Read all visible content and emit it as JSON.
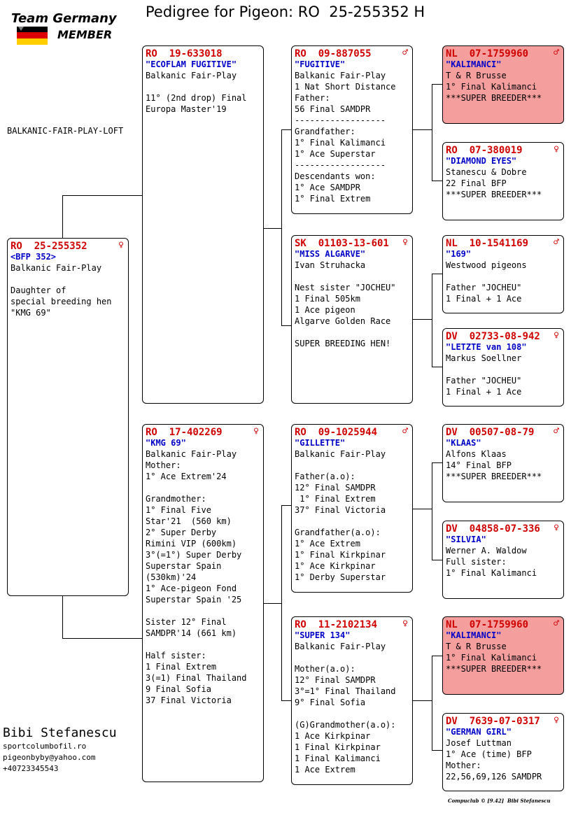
{
  "header": {
    "logo_line1": "Team Germany",
    "logo_line2": "MEMBER",
    "title": "Pedigree for Pigeon: RO  25-255352 H"
  },
  "loft": "BALKANIC-FAIR-PLAY-LOFT",
  "breeder": {
    "name": "Bibi Stefanescu",
    "website": "sportcolumbofil.ro",
    "email": "pigeonbyby@yahoo.com",
    "phone": "+40723345543"
  },
  "footer": "Compuclub © [9.42]  Bibi Stefanescu",
  "pigeons": {
    "subject": {
      "ring": "RO  25-255352",
      "sex": "♀",
      "name": "<BFP 352>",
      "lines": [
        "Balkanic Fair-Play",
        "",
        "Daughter of",
        "special breeding hen",
        "\"KMG 69\""
      ]
    },
    "sire": {
      "ring": "RO  19-633018",
      "sex": "",
      "name": "\"ECOFLAM FUGITIVE\"",
      "lines": [
        "Balkanic Fair-Play",
        "",
        "11° (2nd drop) Final",
        "Europa Master'19"
      ]
    },
    "dam": {
      "ring": "RO  17-402269",
      "sex": "♀",
      "name": "\"KMG 69\"",
      "lines": [
        "Balkanic Fair-Play",
        "Mother:",
        "1° Ace Extrem'24",
        "",
        "Grandmother:",
        "1° Final Five",
        "Star'21  (560 km)",
        "2° Super Derby",
        "Rimini VIP (600km)",
        "3°(=1°) Super Derby",
        "Superstar Spain",
        "(530km)'24",
        "1° Ace-pigeon Fond",
        "Superstar Spain '25",
        "",
        "Sister 12° Final",
        "SAMDPR'14 (661 km)",
        "",
        "Half sister:",
        "1 Final Extrem",
        "3(=1) Final Thailand",
        "9 Final Sofia",
        "37 Final Victoria"
      ]
    },
    "ss": {
      "ring": "RO  09-887055",
      "sex": "♂",
      "name": "\"FUGITIVE\"",
      "lines": [
        "Balkanic Fair-Play",
        "1 Nat Short Distance",
        "Father:",
        "56 Final SAMDPR",
        "------------------",
        "Grandfather:",
        "1° Final Kalimanci",
        "1° Ace Superstar",
        "------------------",
        "Descendants won:",
        "1° Ace SAMDPR",
        "1° Final Extrem"
      ]
    },
    "sd": {
      "ring": "SK  01103-13-601",
      "sex": "♀",
      "name": "\"MISS ALGARVE\"",
      "lines": [
        "Ivan Struhacka",
        "",
        "Nest sister \"JOCHEU\"",
        "1 Final 505km",
        "1 Ace pigeon",
        "Algarve Golden Race",
        "",
        "SUPER BREEDING HEN!"
      ]
    },
    "ds": {
      "ring": "RO  09-1025944",
      "sex": "♂",
      "name": "\"GILLETTE\"",
      "lines": [
        "Balkanic Fair-Play",
        "",
        "Father(a.o):",
        "12° Final SAMDPR",
        " 1° Final Extrem",
        "37° Final Victoria",
        "",
        "Grandfather(a.o):",
        "1° Ace Extrem",
        "1° Final Kirkpinar",
        "1° Ace Kirkpinar",
        "1° Derby Superstar"
      ]
    },
    "dd": {
      "ring": "RO  11-2102134",
      "sex": "♀",
      "name": "\"SUPER 134\"",
      "lines": [
        "Balkanic Fair-Play",
        "",
        "Mother(a.o):",
        "12° Final SAMDPR",
        "3°=1° Final Thailand",
        "9° Final Sofia",
        "",
        "(G)Grandmother(a.o):",
        "1 Ace Kirkpinar",
        "1 Final Kirkpinar",
        "1 Final Kalimanci",
        "1 Ace Extrem"
      ]
    },
    "sss": {
      "ring": "NL  07-1759960",
      "sex": "♂",
      "name": "\"KALIMANCI\"",
      "lines": [
        "T & R Brusse",
        "1° Final Kalimanci",
        "***SUPER BREEDER***"
      ]
    },
    "ssd": {
      "ring": "RO  07-380019",
      "sex": "♀",
      "name": "\"DIAMOND EYES\"",
      "lines": [
        "Stanescu & Dobre",
        "22 Final BFP",
        "***SUPER BREEDER***"
      ]
    },
    "sds": {
      "ring": "NL  10-1541169",
      "sex": "♂",
      "name": "\"169\"",
      "lines": [
        "Westwood pigeons",
        "",
        "Father \"JOCHEU\"",
        "1 Final + 1 Ace"
      ]
    },
    "sdd": {
      "ring": "DV  02733-08-942",
      "sex": "♀",
      "name": "\"LETZTE van 108\"",
      "lines": [
        "Markus Soellner",
        "",
        "Father \"JOCHEU\"",
        "1 Final + 1 Ace"
      ]
    },
    "dss": {
      "ring": "DV  00507-08-79",
      "sex": "♂",
      "name": "\"KLAAS\"",
      "lines": [
        "Alfons Klaas",
        "14° Final BFP",
        "***SUPER BREEDER***"
      ]
    },
    "dsd": {
      "ring": "DV  04858-07-336",
      "sex": "♀",
      "name": "\"SILVIA\"",
      "lines": [
        "Werner A. Waldow",
        "Full sister:",
        "1° Final Kalimanci"
      ]
    },
    "dds": {
      "ring": "NL  07-1759960",
      "sex": "♂",
      "name": "\"KALIMANCI\"",
      "lines": [
        "T & R Brusse",
        "1° Final Kalimanci",
        "***SUPER BREEDER***"
      ]
    },
    "ddd": {
      "ring": "DV  7639-07-0317",
      "sex": "♀",
      "name": "\"GERMAN GIRL\"",
      "lines": [
        "Josef Luttman",
        "1° Ace (time) BFP",
        "Mother:",
        "22,56,69,126 SAMDPR"
      ]
    }
  }
}
